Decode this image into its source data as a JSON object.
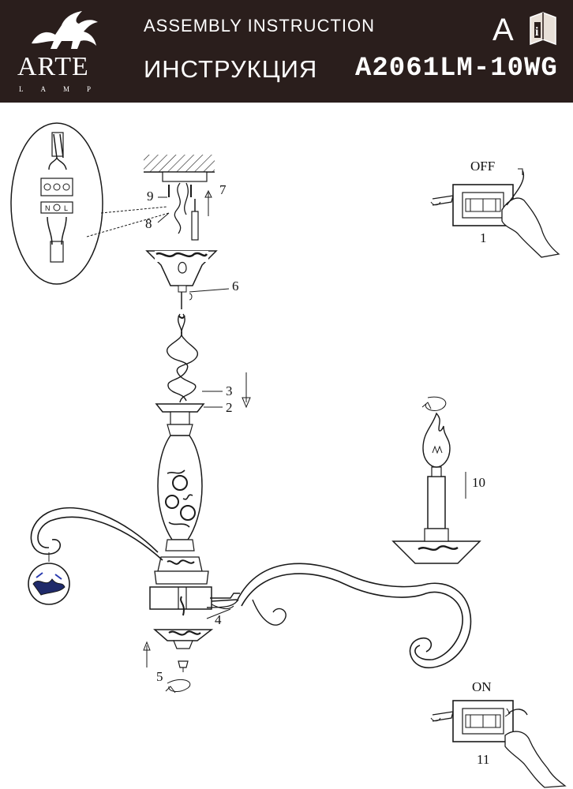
{
  "header": {
    "brand": "ARTE",
    "brand_sub": "LAMP",
    "title_en": "ASSEMBLY INSTRUCTION",
    "title_ru": "ИНСТРУКЦИЯ",
    "model": "A2061LM-10WG",
    "lang_letter": "A",
    "book_letter": "i"
  },
  "steps": {
    "s1": "1",
    "s2": "2",
    "s3": "3",
    "s4": "4",
    "s5": "5",
    "s6": "6",
    "s7": "7",
    "s8": "8",
    "s9": "9",
    "s10": "10",
    "s11": "11"
  },
  "switch": {
    "off": "OFF",
    "on": "ON"
  },
  "terminal": {
    "n": "N",
    "l": "L"
  },
  "colors": {
    "header_bg": "#2a1e1c",
    "line": "#1a1a1a",
    "ink": "#111111"
  },
  "icons": [
    "arte-griffin-logo",
    "instruction-book-icon",
    "hand-icon",
    "screwdriver-icon",
    "arrow-icon"
  ]
}
